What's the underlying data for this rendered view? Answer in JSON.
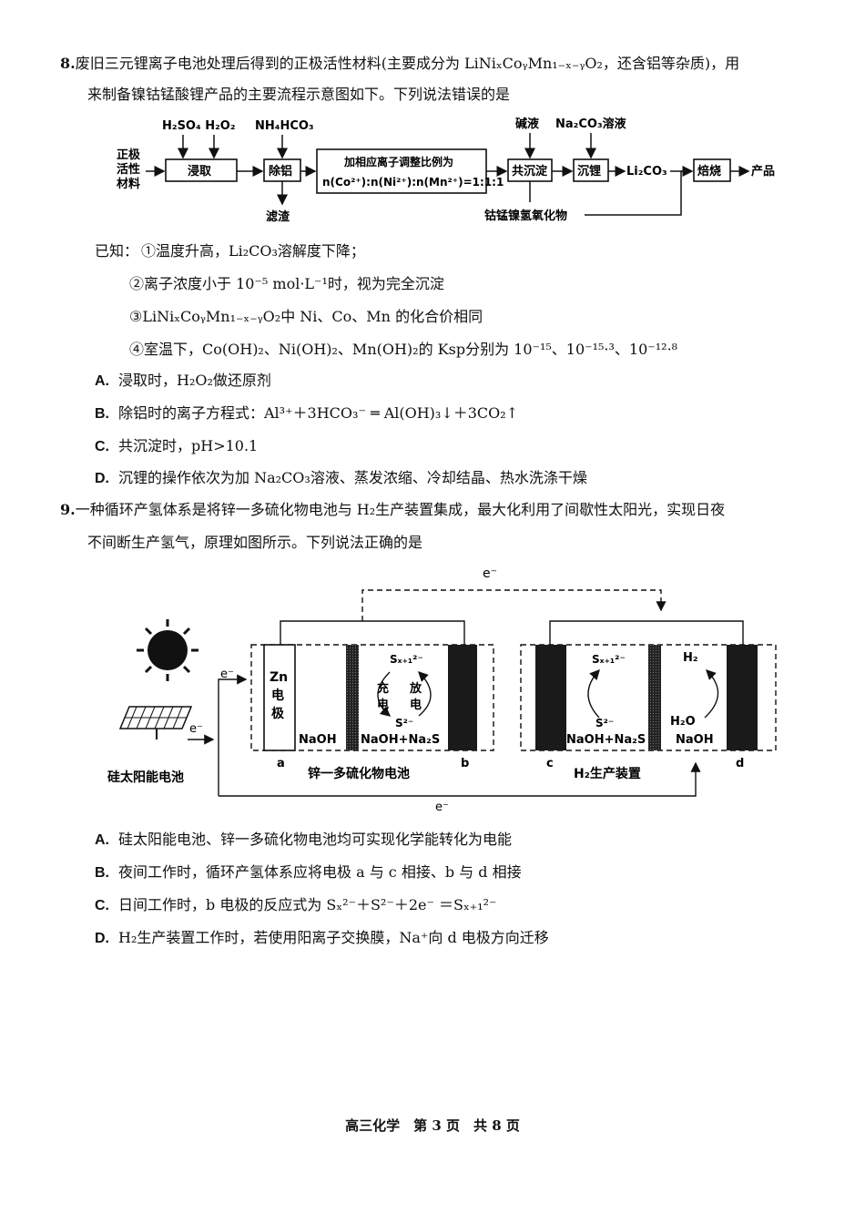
{
  "q8": {
    "number": "8.",
    "stem_line1": "废旧三元锂离子电池处理后得到的正极活性材料(主要成分为 LiNiₓCoᵧMn₁₋ₓ₋ᵧO₂，还含铝等杂质)，用",
    "stem_line2": "来制备镍钴锰酸锂产品的主要流程示意图如下。下列说法错误的是",
    "flow": {
      "input_label": [
        "正极",
        "活性",
        "材料"
      ],
      "reagents1": "H₂SO₄ H₂O₂",
      "reagents2": "NH₄HCO₃",
      "step_leach": "浸取",
      "step_al": "除铝",
      "residue": "滤渣",
      "step_adjust_line1": "加相应离子调整比例为",
      "step_adjust_line2": "n(Co²⁺):n(Ni²⁺):n(Mn²⁺)=1:1:1",
      "reagent_base": "碱液",
      "reagent_na2co3": "Na₂CO₃溶液",
      "step_coprecip": "共沉淀",
      "step_li": "沉锂",
      "li2co3": "Li₂CO₃",
      "step_roast": "焙烧",
      "product": "产品",
      "hydroxide": "钴锰镍氢氧化物"
    },
    "known_title": "已知：",
    "known": [
      "①温度升高，Li₂CO₃溶解度下降；",
      "②离子浓度小于 10⁻⁵ mol·L⁻¹时，视为完全沉淀",
      "③LiNiₓCoᵧMn₁₋ₓ₋ᵧO₂中 Ni、Co、Mn 的化合价相同",
      "④室温下，Co(OH)₂、Ni(OH)₂、Mn(OH)₂的 Ksp分别为 10⁻¹⁵、10⁻¹⁵·³、10⁻¹²·⁸"
    ],
    "options": [
      {
        "label": "A.",
        "text": "浸取时，H₂O₂做还原剂"
      },
      {
        "label": "B.",
        "text": "除铝时的离子方程式：Al³⁺＋3HCO₃⁻ ═ Al(OH)₃↓＋3CO₂↑"
      },
      {
        "label": "C.",
        "text": "共沉淀时，pH>10.1"
      },
      {
        "label": "D.",
        "text": "沉锂的操作依次为加 Na₂CO₃溶液、蒸发浓缩、冷却结晶、热水洗涤干燥"
      }
    ]
  },
  "q9": {
    "number": "9.",
    "stem_line1": "一种循环产氢体系是将锌一多硫化物电池与 H₂生产装置集成，最大化利用了间歇性太阳光，实现日夜",
    "stem_line2": "不间断生产氢气，原理如图所示。下列说法正确的是",
    "diagram": {
      "electron": "e⁻",
      "solar_label": "硅太阳能电池",
      "zn_electrode": [
        "Zn",
        "电",
        "极"
      ],
      "naoh": "NaOH",
      "sx1": "Sₓ₊₁²⁻",
      "charge": [
        "充",
        "电"
      ],
      "discharge": [
        "放",
        "电"
      ],
      "s2": "S²⁻",
      "naoh_na2s": "NaOH+Na₂S",
      "electrode_a": "a",
      "electrode_b": "b",
      "electrode_c": "c",
      "electrode_d": "d",
      "battery_label": "锌一多硫化物电池",
      "h2": "H₂",
      "h2o": "H₂O",
      "device_label": "H₂生产装置"
    },
    "options": [
      {
        "label": "A.",
        "text": "硅太阳能电池、锌一多硫化物电池均可实现化学能转化为电能"
      },
      {
        "label": "B.",
        "text": "夜间工作时，循环产氢体系应将电极 a 与 c 相接、b 与 d 相接"
      },
      {
        "label": "C.",
        "text": "日间工作时，b 电极的反应式为 Sₓ²⁻＋S²⁻＋2e⁻ ＝Sₓ₊₁²⁻"
      },
      {
        "label": "D.",
        "text": "H₂生产装置工作时，若使用阳离子交换膜，Na⁺向 d 电极方向迁移"
      }
    ]
  },
  "footer": "高三化学　第 3 页　共 8 页"
}
